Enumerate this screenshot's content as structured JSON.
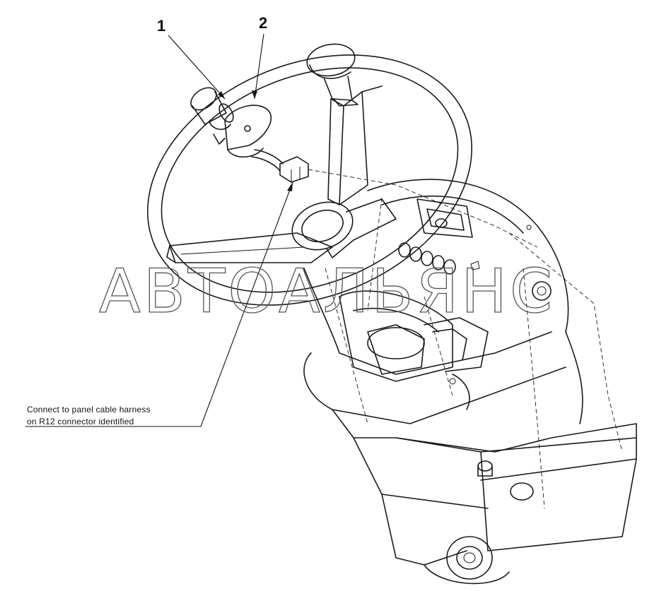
{
  "callouts": {
    "one": "1",
    "two": "2"
  },
  "note": {
    "line1": "Connect to panel cable harness",
    "line2": "on R12 connector identified"
  },
  "watermark": {
    "text": "АВТОАЛЬЯНС"
  },
  "colors": {
    "ink": "#1a1a1a",
    "background": "#ffffff"
  }
}
